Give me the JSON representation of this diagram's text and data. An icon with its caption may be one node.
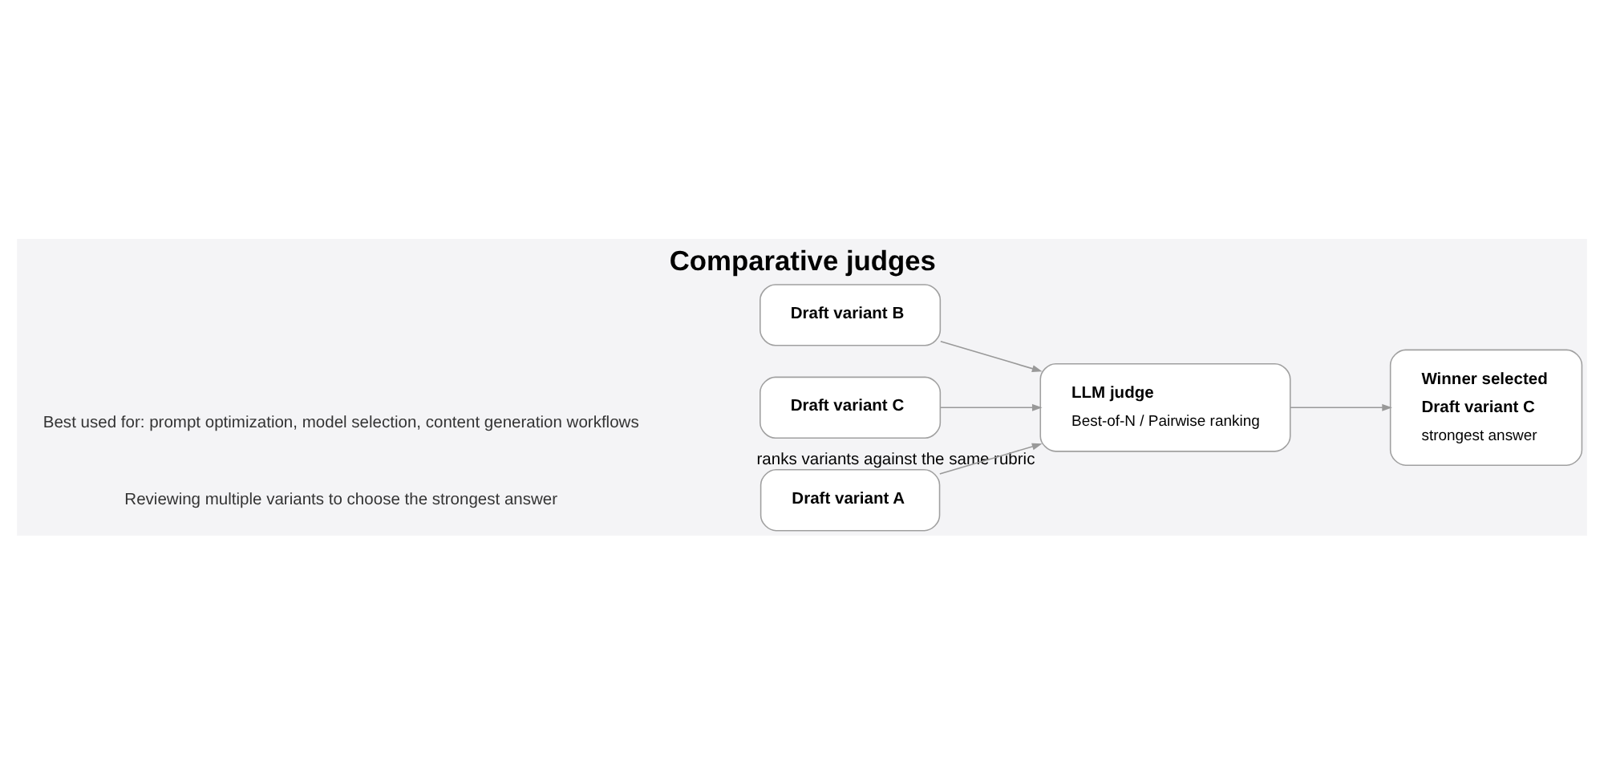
{
  "diagram": {
    "title": "Comparative judges",
    "nodes": [
      {
        "text": [
          "Draft variant A"
        ]
      },
      {
        "text": [
          "Draft variant B"
        ]
      },
      {
        "text": [
          "Draft variant C"
        ]
      },
      {
        "text": [
          "LLM judge",
          "Best-of-N / Pairwise ranking"
        ],
        "beside": [
          "ranks variants against the same rubric"
        ]
      },
      {
        "text": [
          "Winner selected",
          "Draft variant C",
          "strongest answer"
        ]
      }
    ],
    "edges": [
      {
        "from": 0,
        "to": 3,
        "arrow": "to"
      },
      {
        "from": 1,
        "to": 3,
        "arrow": "to"
      },
      {
        "from": 2,
        "to": 3,
        "arrow": "to"
      },
      {
        "from": 3,
        "to": 4,
        "arrow": "to"
      }
    ],
    "labels": [
      "Reviewing multiple variants to choose the strongest answer",
      "Best used for: prompt optimization, model selection, content generation workflows"
    ]
  }
}
